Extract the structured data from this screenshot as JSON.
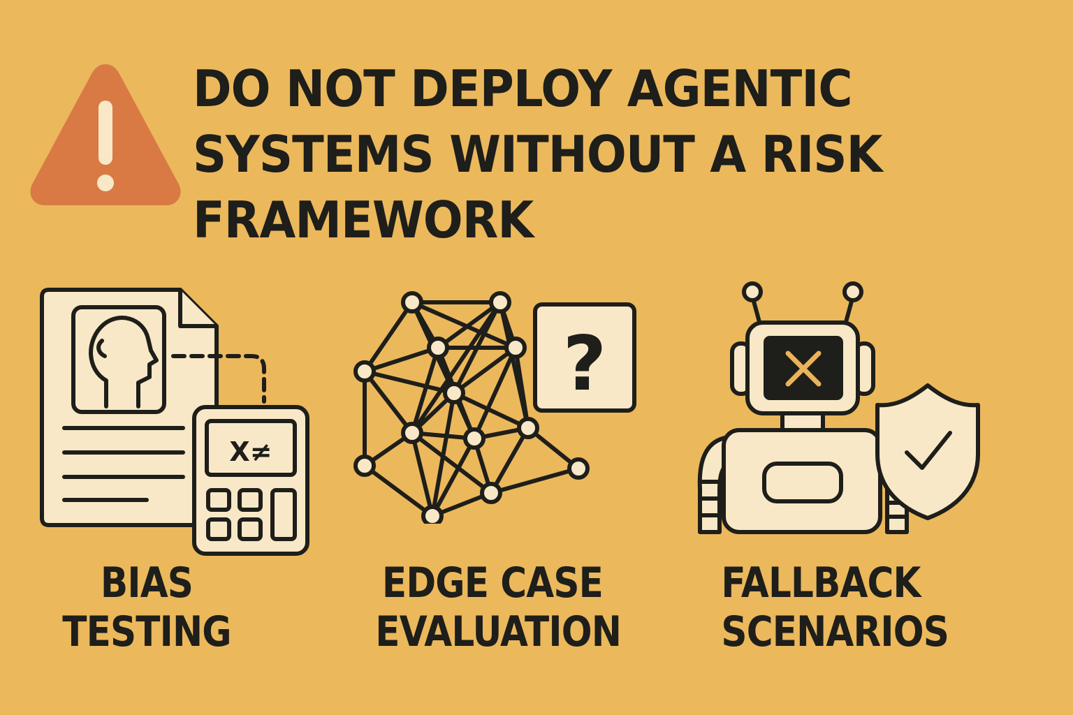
{
  "header": {
    "title_lines": [
      "DO NOT DEPLOY AGENTIC",
      "SYSTEMS WITHOUT A RISK",
      "FRAMEWORK"
    ]
  },
  "panels": [
    {
      "id": "bias",
      "caption_lines": [
        "BIAS",
        "TESTING"
      ],
      "icon": "document-calculator-icon",
      "calculator_display": "X≠"
    },
    {
      "id": "edge",
      "caption_lines": [
        "EDGE CASE",
        "EVALUATION"
      ],
      "icon": "network-question-icon",
      "question_mark": "?"
    },
    {
      "id": "fallback",
      "caption_lines": [
        "FALLBACK",
        "SCENARIOS"
      ],
      "icon": "robot-shield-icon"
    }
  ],
  "colors": {
    "background": "#EBB85C",
    "ink": "#1E1E1A",
    "cream": "#F8E8C7",
    "warning": "#D97A45",
    "cross": "#E9B35C"
  }
}
